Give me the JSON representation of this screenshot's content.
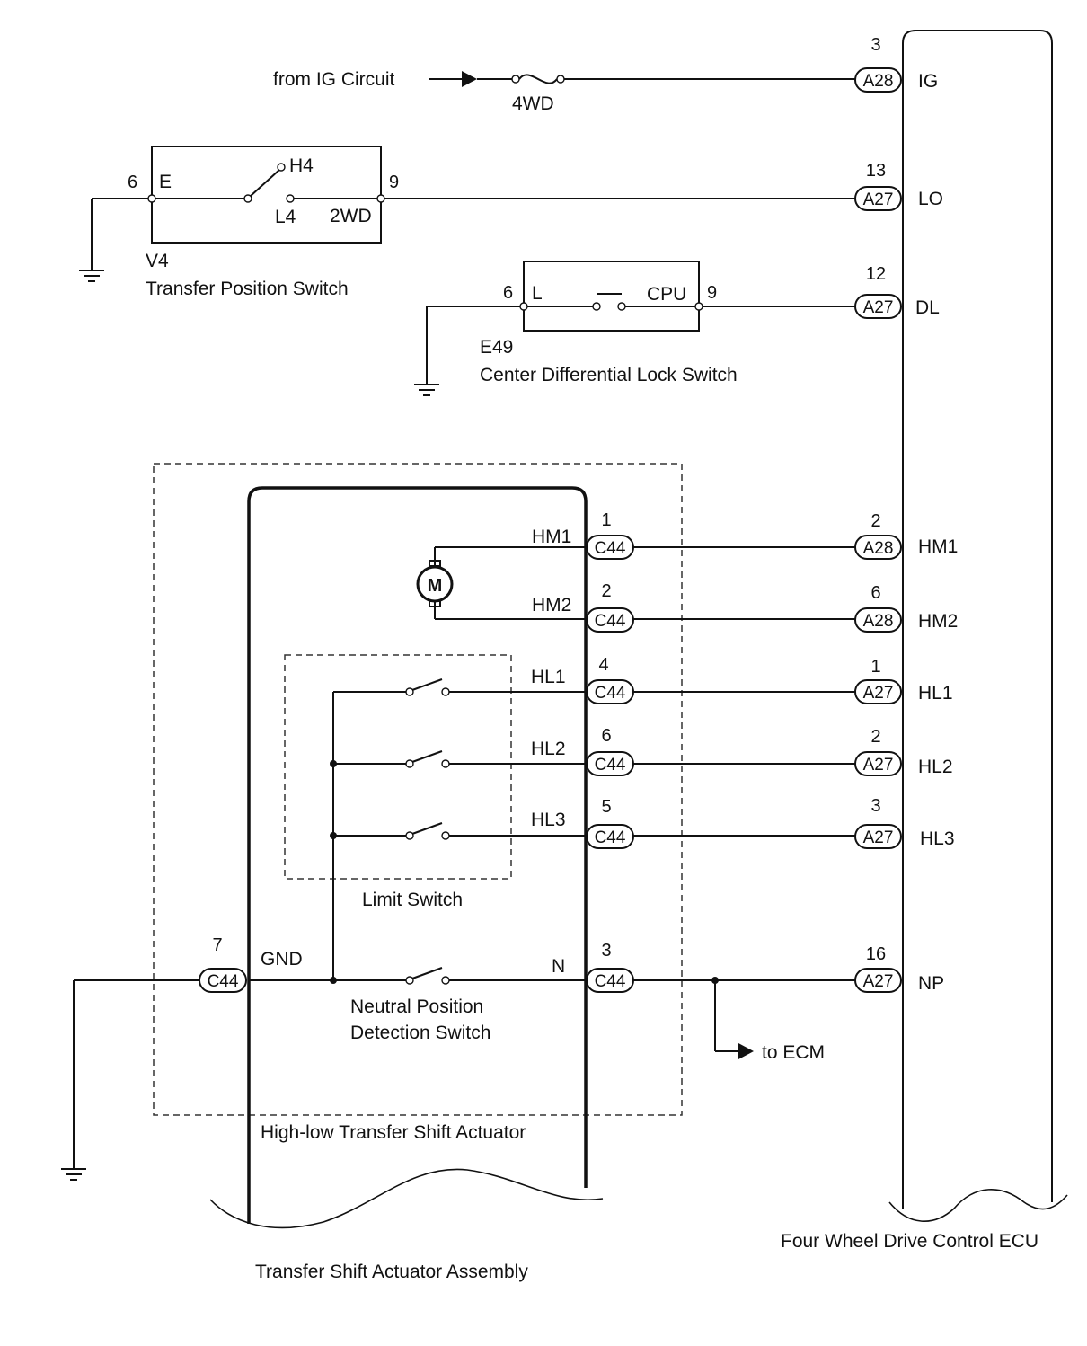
{
  "ig": {
    "source": "from IG Circuit",
    "fuse": "4WD"
  },
  "ecu": {
    "name": "Four Wheel Drive Control ECU",
    "terminals": [
      {
        "pin": "3",
        "conn": "A28",
        "signal": "IG"
      },
      {
        "pin": "13",
        "conn": "A27",
        "signal": "LO"
      },
      {
        "pin": "12",
        "conn": "A27",
        "signal": "DL"
      },
      {
        "pin": "2",
        "conn": "A28",
        "signal": "HM1"
      },
      {
        "pin": "6",
        "conn": "A28",
        "signal": "HM2"
      },
      {
        "pin": "1",
        "conn": "A27",
        "signal": "HL1"
      },
      {
        "pin": "2",
        "conn": "A27",
        "signal": "HL2"
      },
      {
        "pin": "3",
        "conn": "A27",
        "signal": "HL3"
      },
      {
        "pin": "16",
        "conn": "A27",
        "signal": "NP"
      }
    ]
  },
  "transfer_position_switch": {
    "code": "V4",
    "name": "Transfer Position Switch",
    "pin_left": "6",
    "pin_right": "9",
    "term_e": "E",
    "term_h4": "H4",
    "term_l4": "L4",
    "term_2wd": "2WD"
  },
  "center_diff_lock_switch": {
    "code": "E49",
    "name": "Center Differential Lock Switch",
    "pin_left": "6",
    "pin_right": "9",
    "term_l": "L",
    "term_cpu": "CPU"
  },
  "actuator": {
    "name": "High-low Transfer Shift Actuator",
    "assembly": "Transfer Shift Actuator Assembly",
    "motor": "M",
    "limit_switch": "Limit Switch",
    "neutral_switch_line1": "Neutral Position",
    "neutral_switch_line2": "Detection Switch",
    "gnd_label": "GND",
    "gnd_pin": "7",
    "gnd_conn": "C44",
    "to_ecm": "to ECM",
    "terminals": [
      {
        "signal": "HM1",
        "pin": "1",
        "conn": "C44"
      },
      {
        "signal": "HM2",
        "pin": "2",
        "conn": "C44"
      },
      {
        "signal": "HL1",
        "pin": "4",
        "conn": "C44"
      },
      {
        "signal": "HL2",
        "pin": "6",
        "conn": "C44"
      },
      {
        "signal": "HL3",
        "pin": "5",
        "conn": "C44"
      },
      {
        "signal": "N",
        "pin": "3",
        "conn": "C44"
      }
    ]
  }
}
